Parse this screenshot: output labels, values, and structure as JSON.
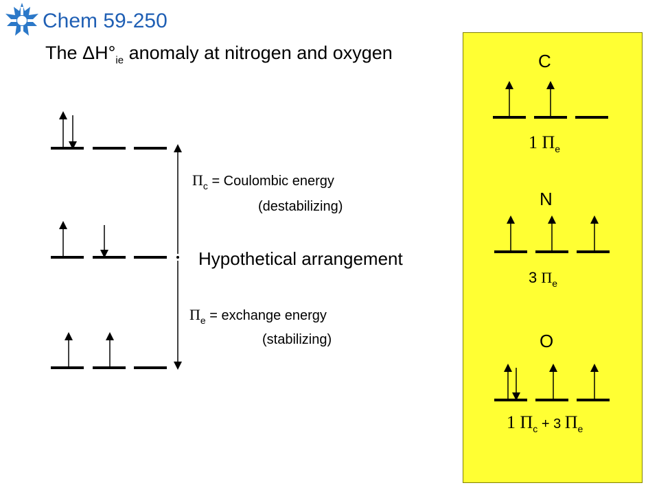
{
  "header": {
    "course_code": "Chem 59-250",
    "title_prefix": "The ",
    "title_delta_h": "ΔH°",
    "title_sub": "ie",
    "title_suffix": " anomaly at nitrogen and oxygen"
  },
  "labels": {
    "pi_symbol": "Π",
    "coulombic_sub": "c",
    "coulombic_text": " = Coulombic energy",
    "coulombic_note": "(destabilizing)",
    "exchange_sub": "e",
    "exchange_text": " = exchange energy",
    "exchange_note": "(stabilizing)",
    "hypothetical": "Hypothetical arrangement"
  },
  "panel": {
    "carbon": {
      "symbol": "C",
      "coef": "1 ",
      "sub": "e"
    },
    "nitrogen": {
      "symbol": "N",
      "coef": "3 ",
      "sub": "e"
    },
    "oxygen": {
      "symbol": "O",
      "coef1": "1 ",
      "sub1": "c",
      "plus": " + 3 ",
      "sub2": "e"
    }
  },
  "colors": {
    "course": "#1f5fb4",
    "panel": "#ffff33",
    "logo": "#2b78c8"
  },
  "icons": {
    "logo": "maple-leaf-icon"
  }
}
